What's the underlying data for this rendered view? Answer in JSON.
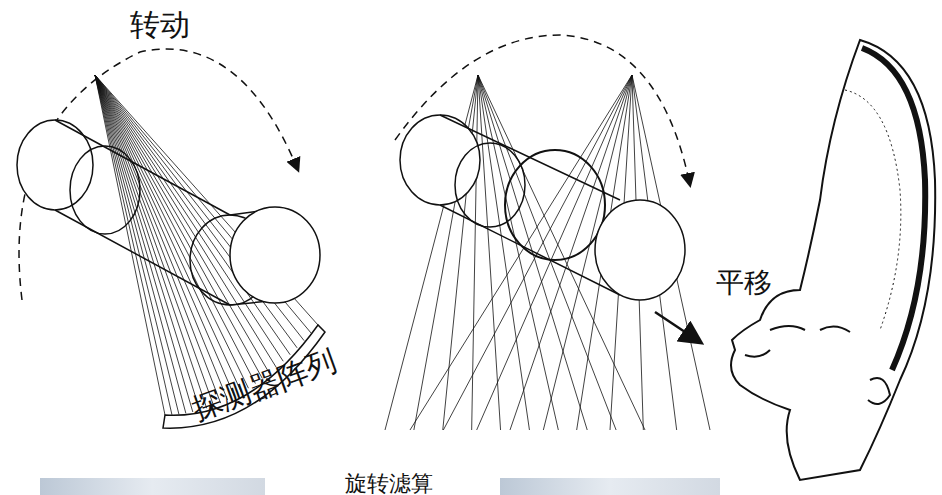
{
  "diagram": {
    "labels": [
      "转动",
      "探测器阵列",
      "平移",
      "旋转滤算"
    ]
  }
}
